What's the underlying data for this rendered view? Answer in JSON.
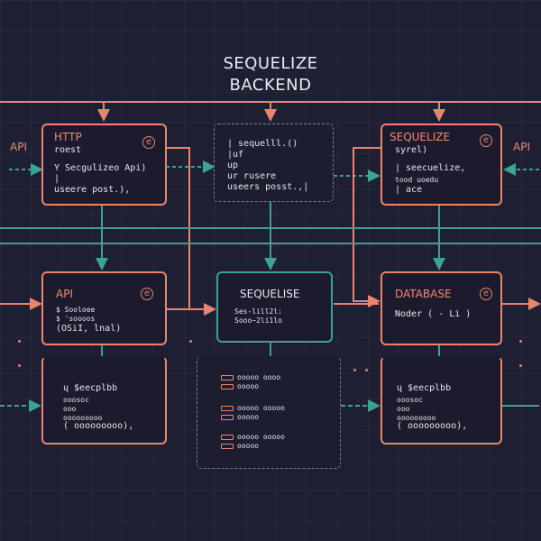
{
  "title": {
    "line1": "SEQUELIZE",
    "line2": "BACKEND"
  },
  "side_labels": {
    "left": "API",
    "right": "API"
  },
  "colors": {
    "background": "#1f1f33",
    "salmon": "#e8856f",
    "teal": "#3aa394",
    "dashed": "#7d7d92"
  },
  "top_row": {
    "http": {
      "title": "HTTP",
      "subtitle": "roest",
      "lines": [
        "Y  Secgulizeo Api)",
        "|",
        "  useere post.),"
      ],
      "badge_icon": "circle-icon"
    },
    "center": {
      "lines": [
        "| sequelll.()",
        "  |uf",
        "  up",
        "ur  rusere",
        "useers posst.,|"
      ]
    },
    "sequelize": {
      "title": "SEQUELIZE",
      "subtitle": "syrel)",
      "lines": [
        "|  seecuelize,",
        "  tood          uoedu",
        "|  ace"
      ],
      "badge_icon": "circle-icon"
    }
  },
  "mid_row": {
    "api": {
      "title": "API",
      "lines": [
        "$  Sooloee",
        "$  'soooos",
        "(OSiI, lnal)"
      ],
      "badge_icon": "circle-icon"
    },
    "sequelise": {
      "title": "SEQUELISE",
      "lines": [
        "Ses-lill2l:",
        "Sooo~2li1lo"
      ]
    },
    "database": {
      "title": "DATABASE",
      "line": "Noder ( -  Li )",
      "badge_icon": "circle-icon"
    }
  },
  "bottom_row": {
    "left": {
      "lines": [
        "ų    $eecplbb",
        "     ooosoc",
        "     ooo",
        "     ooooooooo",
        "(    ooooooooo),"
      ]
    },
    "center": {
      "lines": [
        "ooooo  oooo",
        "ooooo",
        "ooooo  ooooo",
        "ooooo",
        "ooooo  ooooo",
        "ooooo"
      ]
    },
    "right": {
      "lines": [
        "ų    $eecplbb",
        "     ooosoc",
        "     ooo",
        "     ooooooooo",
        "(    ooooooooo),"
      ]
    }
  }
}
